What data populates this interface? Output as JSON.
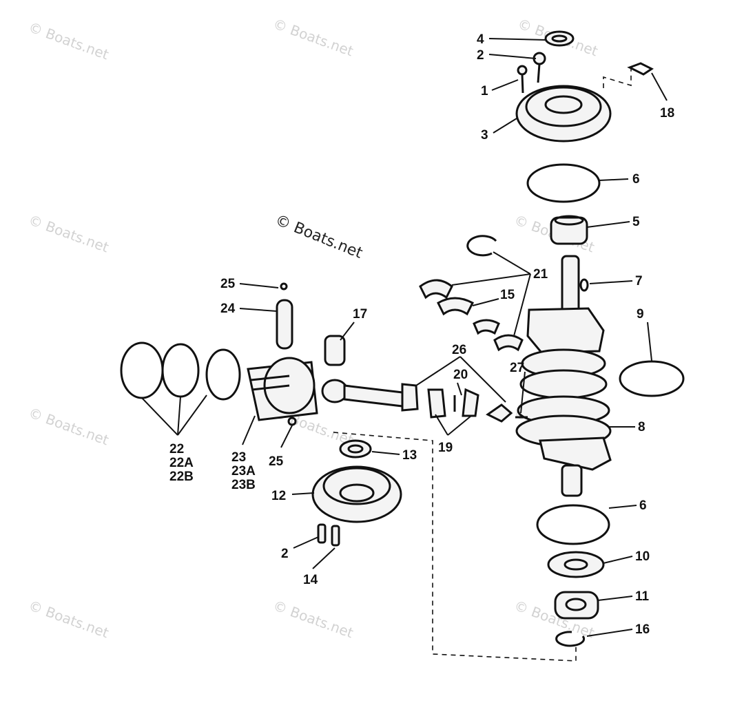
{
  "watermark": {
    "text": "© Boats.net"
  },
  "callouts": [
    {
      "id": "4",
      "text": "4"
    },
    {
      "id": "2a",
      "text": "2"
    },
    {
      "id": "1",
      "text": "1"
    },
    {
      "id": "3",
      "text": "3"
    },
    {
      "id": "18",
      "text": "18"
    },
    {
      "id": "6a",
      "text": "6"
    },
    {
      "id": "5",
      "text": "5"
    },
    {
      "id": "21",
      "text": "21"
    },
    {
      "id": "7",
      "text": "7"
    },
    {
      "id": "15",
      "text": "15"
    },
    {
      "id": "9",
      "text": "9"
    },
    {
      "id": "25a",
      "text": "25"
    },
    {
      "id": "24",
      "text": "24"
    },
    {
      "id": "17",
      "text": "17"
    },
    {
      "id": "26",
      "text": "26"
    },
    {
      "id": "27",
      "text": "27"
    },
    {
      "id": "20",
      "text": "20"
    },
    {
      "id": "8",
      "text": "8"
    },
    {
      "id": "19",
      "text": "19"
    },
    {
      "id": "13",
      "text": "13"
    },
    {
      "id": "22",
      "text": "22"
    },
    {
      "id": "22A",
      "text": "22A"
    },
    {
      "id": "22B",
      "text": "22B"
    },
    {
      "id": "23",
      "text": "23"
    },
    {
      "id": "23A",
      "text": "23A"
    },
    {
      "id": "23B",
      "text": "23B"
    },
    {
      "id": "25b",
      "text": "25"
    },
    {
      "id": "12",
      "text": "12"
    },
    {
      "id": "6b",
      "text": "6"
    },
    {
      "id": "10",
      "text": "10"
    },
    {
      "id": "2b",
      "text": "2"
    },
    {
      "id": "14",
      "text": "14"
    },
    {
      "id": "11",
      "text": "11"
    },
    {
      "id": "16",
      "text": "16"
    }
  ]
}
